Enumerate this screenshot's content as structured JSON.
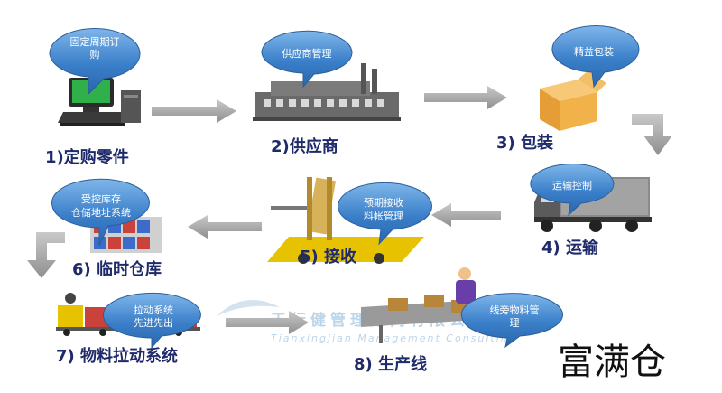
{
  "steps": [
    {
      "label": "1)定购零件",
      "bubble": [
        "固定周期订",
        "购"
      ],
      "icon": "computer-terminal-icon"
    },
    {
      "label": "2)供应商",
      "bubble": [
        "供应商管理"
      ],
      "icon": "factory-icon"
    },
    {
      "label": "3) 包装",
      "bubble": [
        "精益包装"
      ],
      "icon": "box-icon"
    },
    {
      "label": "4) 运输",
      "bubble": [
        "运输控制"
      ],
      "icon": "truck-icon"
    },
    {
      "label": "5) 接收",
      "bubble": [
        "预期接收",
        "料帐管理"
      ],
      "icon": "forklift-icon"
    },
    {
      "label": "6) 临时仓库",
      "bubble": [
        "受控库存",
        "仓储地址系统"
      ],
      "icon": "warehouse-rack-icon"
    },
    {
      "label": "7) 物料拉动系统",
      "bubble": [
        "拉动系统",
        "先进先出"
      ],
      "icon": "tugger-cart-icon"
    },
    {
      "label": "8) 生产线",
      "bubble": [
        "线旁物料管",
        "理"
      ],
      "icon": "assembly-line-icon"
    }
  ],
  "watermark": {
    "main": "天行健管理顾问有限公司",
    "sub": "Tianxingjian Management Consulting"
  },
  "corner_title": "富满仓",
  "colors": {
    "bubble_fill": "#3a7fc9",
    "bubble_highlight": "#6aa7e0",
    "label_text": "#1f2a6b",
    "arrow_gray": "#a8a8a8",
    "forklift_yellow": "#e6c200",
    "box_tan": "#f2b24a",
    "screen_green": "#2fb04a"
  }
}
